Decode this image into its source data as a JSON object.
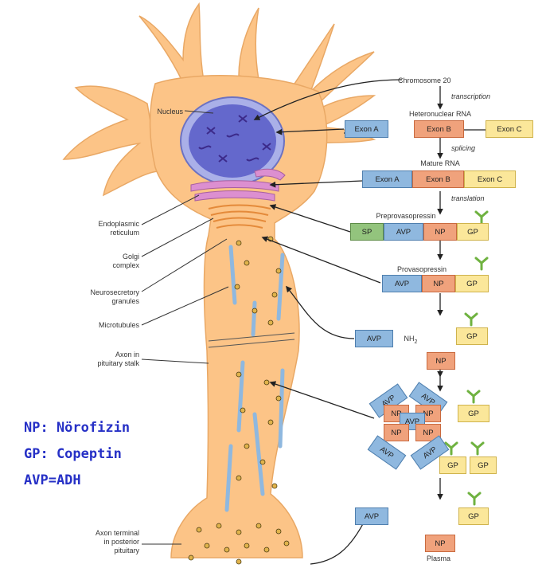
{
  "labels": {
    "nucleus": "Nucleus",
    "er": [
      "Endoplasmic",
      "reticulum"
    ],
    "golgi": [
      "Golgi",
      "complex"
    ],
    "granules": [
      "Neurosecretory",
      "granules"
    ],
    "microtubules": "Microtubules",
    "axon_stalk": [
      "Axon in",
      "pituitary stalk"
    ],
    "axon_terminal": [
      "Axon terminal",
      "in posterior",
      "pituitary"
    ]
  },
  "pathway": {
    "chromosome": "Chromosome 20",
    "transcription": "transcription",
    "hetero_rna": "Heteronuclear RNA",
    "splicing": "splicing",
    "mature_rna": "Mature RNA",
    "translation": "translation",
    "preprovasopressin": "Preprovasopressin",
    "provasopressin": "Provasopressin",
    "plasma": "Plasma"
  },
  "boxes": {
    "exon_a": "Exon A",
    "exon_b": "Exon B",
    "exon_c": "Exon C",
    "sp": "SP",
    "avp": "AVP",
    "np": "NP",
    "gp": "GP",
    "nh2": "NH",
    "nh2_sub": "2"
  },
  "legend": {
    "line1": "NP: Nörofizin",
    "line2": "GP: Copeptin",
    "line3": "AVP=ADH"
  },
  "colors": {
    "neuron": "#fcc487",
    "nucleus": "#5f63c9",
    "avp_blue": "#8fb8df",
    "np_orange": "#f0a27c",
    "gp_yellow": "#fbe79a",
    "sp_green": "#93c47d",
    "legend_text": "#2630c6"
  }
}
